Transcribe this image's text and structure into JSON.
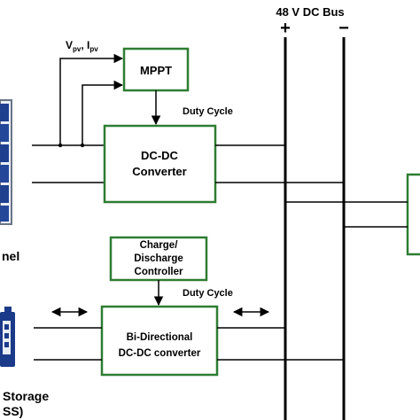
{
  "bus": {
    "title": "48 V DC Bus",
    "plus_sign": "+",
    "minus_sign": "−"
  },
  "pv": {
    "signals_main": "V",
    "signals_sub_pv": "pv",
    "signals_sep": ", I",
    "panel_label": "nel"
  },
  "mppt": {
    "label": "MPPT"
  },
  "duty_cycle_top": "Duty Cycle",
  "dcdc": {
    "line1": "DC-DC",
    "line2": "Converter"
  },
  "charge_controller": {
    "line1": "Charge/",
    "line2": "Discharge",
    "line3": "Controller"
  },
  "duty_cycle_bottom": "Duty Cycle",
  "bidir": {
    "line1": "Bi-Directional",
    "line2": "DC-DC converter"
  },
  "storage": {
    "line1": "Storage",
    "line2": "SS)"
  },
  "colors": {
    "box_border": "#2e7d32",
    "panel_cell": "#1f3f8f",
    "battery": "#1c3a8a",
    "line": "#000000"
  }
}
